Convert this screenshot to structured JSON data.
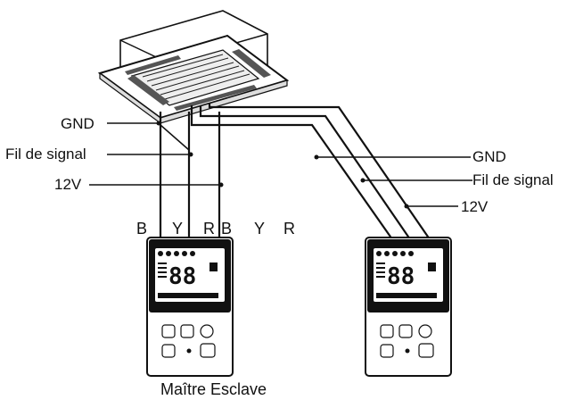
{
  "labels": {
    "left_gnd": "GND",
    "left_signal": "Fil de signal",
    "left_12v": "12V",
    "right_gnd": "GND",
    "right_signal": "Fil de signal",
    "right_12v": "12V",
    "term_b1": "B",
    "term_y1": "Y",
    "term_r1": "R",
    "term_b2": "B",
    "term_y2": "Y",
    "term_r2": "R",
    "caption": "Maître Esclave"
  },
  "lcd": {
    "master_digits": "88",
    "slave_digits": "88"
  },
  "icons": {
    "indoor_unit": "cassette-ac-unit-icon",
    "controller": "wired-remote-controller-icon"
  }
}
